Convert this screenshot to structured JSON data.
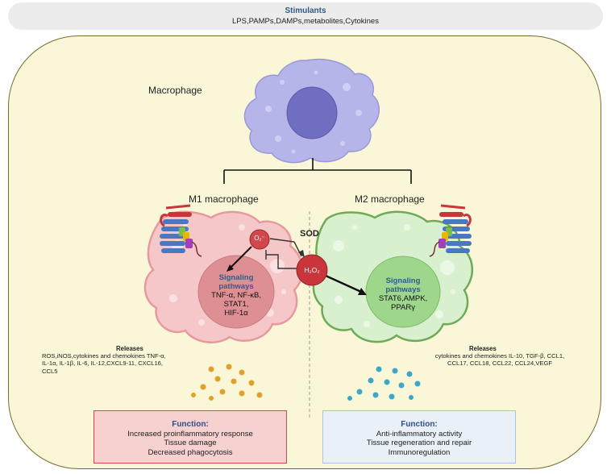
{
  "stimulants": {
    "title": "Stimulants",
    "text": "LPS,PAMPs,DAMPs,metabolites,Cytokines"
  },
  "macrophage_label": "Macrophage",
  "m1": {
    "label": "M1 macrophage",
    "signaling_title": "Signaling\npathways",
    "signaling_items": "TNF-α, NF-κB,\nSTAT1,\nHIF-1α",
    "releases_title": "Releases",
    "releases_text": "ROS,iNOS,cytokines and chemokines TNF-α,\nIL-1α, IL-1β, IL-6, IL-12,CXCL9-11, CXCL16,\nCCL5",
    "function_title": "Function:",
    "function_lines": [
      "Increased proinflammatory response",
      "Tissue damage",
      "Decreased phagocytosis"
    ]
  },
  "m2": {
    "label": "M2 macrophage",
    "signaling_title": "Signaling\npathways",
    "signaling_items": "STAT6,AMPK,\nPPARγ",
    "releases_title": "Releases",
    "releases_text": "cytokines and chemokines IL-10, TGF-β, CCL1,\nCCL17, CCL18, CCL22, CCL24,VEGF",
    "function_title": "Function:",
    "function_lines": [
      "Anti-inflammatory activity",
      "Tissue regeneration and repair",
      "Immunoregulation"
    ]
  },
  "sod_label": "SOD",
  "superoxide_label": "O₂⁻",
  "h2o2_label": "H₂O₂",
  "colors": {
    "frame_bg": "#faf7d8",
    "m1_cell": "#f6c7c8",
    "m2_cell": "#d9f0cf",
    "macrophage": "#b6b5ea",
    "ros_red": "#c8363b",
    "m1_function_bg": "#f7d0d0",
    "m2_function_bg": "#e9f0f7"
  }
}
